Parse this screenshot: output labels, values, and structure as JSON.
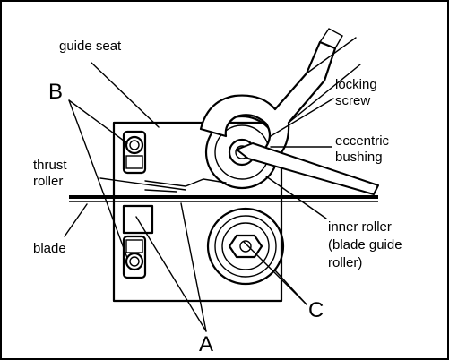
{
  "labels": {
    "guide_seat": "guide seat",
    "B": "B",
    "thrust": "thrust",
    "roller": "roller",
    "blade": "blade",
    "locking": "locking",
    "screw": "screw",
    "eccentric": "eccentric",
    "bushing": "bushing",
    "inner_roller": "inner roller",
    "blade_guide": "(blade guide",
    "roller_close": "roller)",
    "C": "C",
    "A": "A"
  }
}
